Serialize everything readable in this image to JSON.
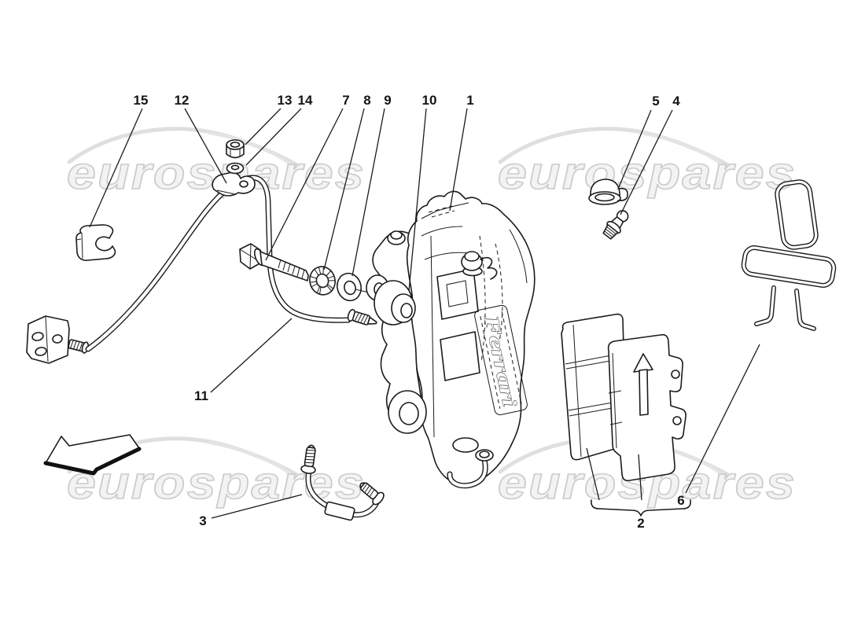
{
  "diagram": {
    "background": "#ffffff",
    "line_color": "#1b1b1b",
    "watermark": {
      "text": "eurospares",
      "fill": "#f3f3f3",
      "outline": "#cccccc",
      "count": 4
    },
    "caliper_brand_text": "Ferrari",
    "direction_arrow": "points-left",
    "pad_arrow": "points-up",
    "callouts": [
      {
        "number": "1",
        "label": [
          598,
          127
        ],
        "leader": [
          [
            594,
            138
          ],
          [
            572,
            268
          ]
        ]
      },
      {
        "number": "3",
        "label": [
          258,
          662
        ],
        "leader": [
          [
            269,
            659
          ],
          [
            384,
            629
          ]
        ]
      },
      {
        "number": "4",
        "label": [
          860,
          128
        ],
        "leader": [
          [
            855,
            140
          ],
          [
            789,
            273
          ]
        ]
      },
      {
        "number": "5",
        "label": [
          834,
          128
        ],
        "leader": [
          [
            828,
            140
          ],
          [
            787,
            238
          ]
        ]
      },
      {
        "number": "6",
        "label": [
          866,
          636
        ],
        "leader": [
          [
            872,
            627
          ],
          [
            966,
            438
          ]
        ]
      },
      {
        "number": "7",
        "label": [
          440,
          127
        ],
        "leader": [
          [
            436,
            138
          ],
          [
            338,
            331
          ]
        ]
      },
      {
        "number": "8",
        "label": [
          467,
          127
        ],
        "leader": [
          [
            463,
            138
          ],
          [
            412,
            343
          ]
        ]
      },
      {
        "number": "9",
        "label": [
          493,
          127
        ],
        "leader": [
          [
            489,
            138
          ],
          [
            448,
            351
          ]
        ]
      },
      {
        "number": "10",
        "label": [
          546,
          127
        ],
        "leader": [
          [
            542,
            138
          ],
          [
            520,
            370
          ]
        ]
      },
      {
        "number": "11",
        "label": [
          256,
          503
        ],
        "leader": [
          [
            268,
            499
          ],
          [
            371,
            405
          ]
        ]
      },
      {
        "number": "12",
        "label": [
          231,
          127
        ],
        "leader": [
          [
            235,
            138
          ],
          [
            288,
            233
          ]
        ]
      },
      {
        "number": "13",
        "label": [
          362,
          127
        ],
        "leader": [
          [
            357,
            138
          ],
          [
            312,
            184
          ]
        ]
      },
      {
        "number": "14",
        "label": [
          388,
          127
        ],
        "leader": [
          [
            383,
            138
          ],
          [
            313,
            210
          ]
        ]
      },
      {
        "number": "15",
        "label": [
          179,
          127
        ],
        "leader": [
          [
            181,
            138
          ],
          [
            114,
            289
          ]
        ]
      }
    ],
    "group_bracket": {
      "number": "2",
      "label": [
        815,
        665
      ],
      "lines": [
        [
          [
            746,
            570
          ],
          [
            762,
            636
          ]
        ],
        [
          [
            812,
            578
          ],
          [
            816,
            636
          ]
        ]
      ]
    }
  }
}
